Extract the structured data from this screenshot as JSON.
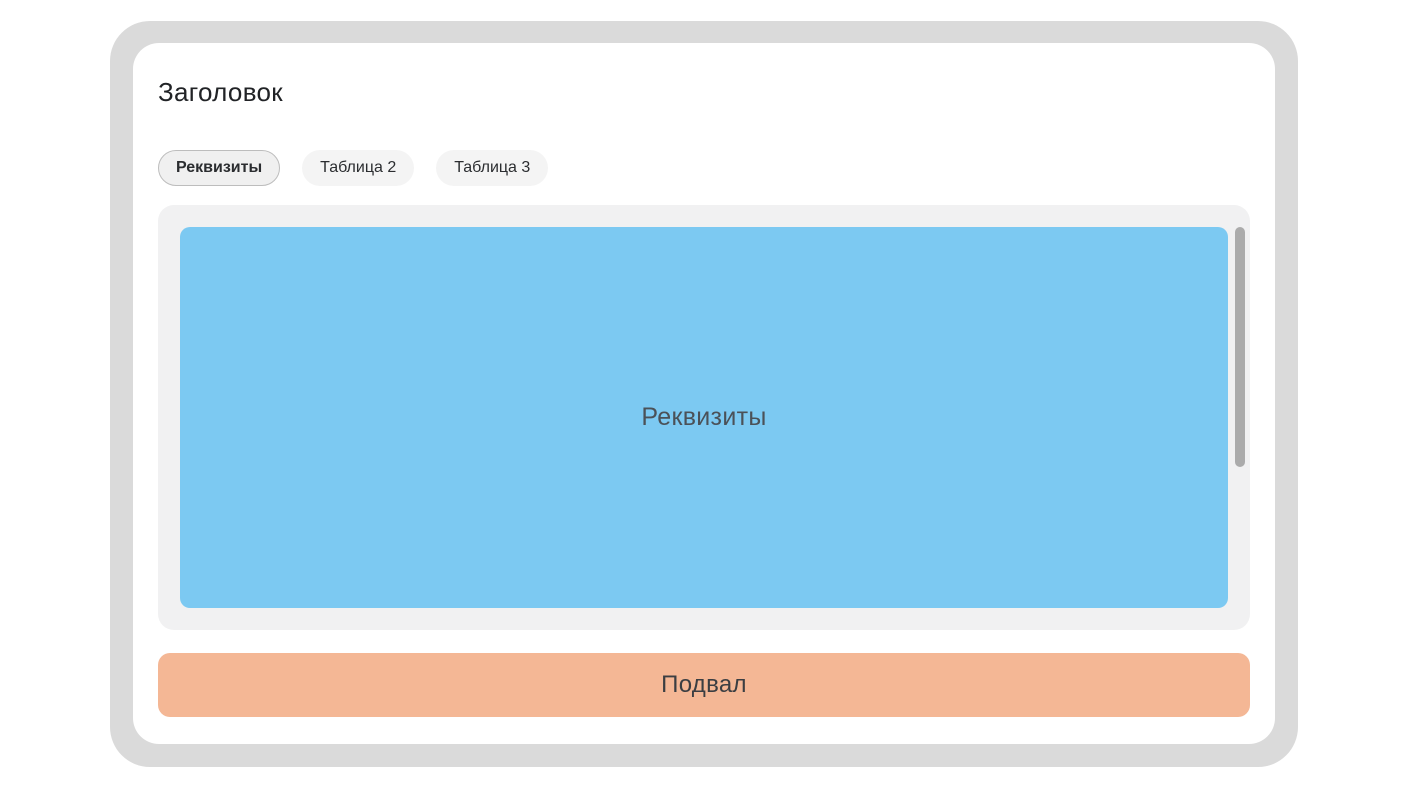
{
  "window": {
    "title": "Заголовок"
  },
  "tabs": {
    "items": [
      {
        "label": "Реквизиты",
        "active": true
      },
      {
        "label": "Таблица 2",
        "active": false
      },
      {
        "label": "Таблица 3",
        "active": false
      }
    ]
  },
  "content": {
    "panel_label": "Реквизиты"
  },
  "footer": {
    "label": "Подвал"
  },
  "colors": {
    "frame_gray": "#dadada",
    "card_white": "#ffffff",
    "panel_gray": "#f1f1f2",
    "content_blue": "#7cc9f2",
    "footer_salmon": "#f4b795",
    "scrollbar_gray": "#ababab",
    "active_tab_border": "#bdbdbd",
    "active_tab_bg": "#f0f0f0",
    "inactive_tab_bg": "#f4f4f4",
    "title_text": "#212326",
    "panel_label_text": "#4b5158",
    "footer_text": "#3b3e42"
  }
}
